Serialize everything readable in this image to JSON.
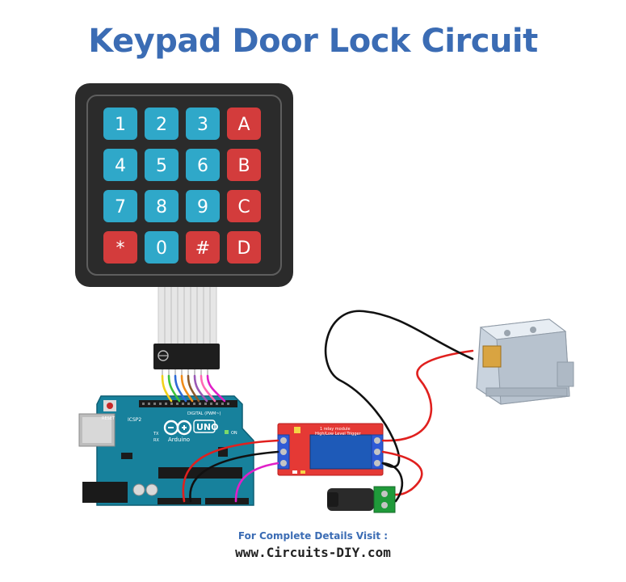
{
  "title": "Keypad Door Lock Circuit",
  "keypad": {
    "keys": [
      [
        "1",
        "2",
        "3",
        "A"
      ],
      [
        "4",
        "5",
        "6",
        "B"
      ],
      [
        "7",
        "8",
        "9",
        "C"
      ],
      [
        "*",
        "0",
        "#",
        "D"
      ]
    ]
  },
  "arduino": {
    "brand": "Arduino",
    "model": "UNO",
    "reset_label": "RESET",
    "icsp_label": "ICSP2",
    "tx_label": "TX",
    "rx_label": "RX",
    "digital_label": "DIGITAL (PWM~)",
    "on_label": "ON"
  },
  "relay": {
    "line1": "1 relay module",
    "line2": "High/Low Level Trigger"
  },
  "footer": {
    "line1": "For Complete Details Visit :",
    "line2": "www.Circuits-DIY.com"
  },
  "colors": {
    "title": "#3b6cb4",
    "key_blue": "#2fa8c9",
    "key_red": "#d33c3c",
    "keypad_body": "#2b2b2b",
    "arduino_board": "#17819c",
    "relay_board": "#e53935",
    "wire_red": "#e0201e",
    "wire_black": "#111111",
    "wire_magenta": "#e020c8"
  }
}
